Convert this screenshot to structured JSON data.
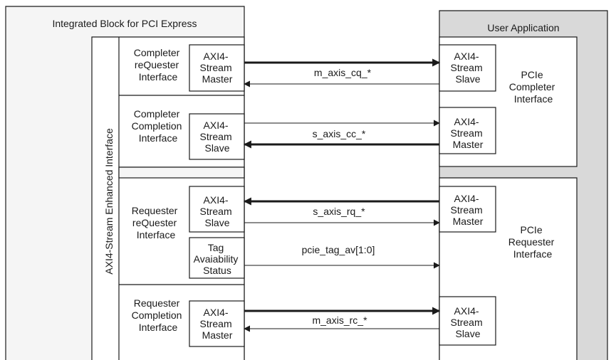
{
  "diagram": {
    "left_title": "Integrated Block for PCI Express",
    "right_title": "User Application",
    "vertical_label": "AXI4-Stream Enhanced Interface",
    "interfaces": {
      "cq": [
        "Completer",
        "reQuester",
        "Interface"
      ],
      "cc": [
        "Completer",
        "Completion",
        "Interface"
      ],
      "rq": [
        "Requester",
        "reQuester",
        "Interface"
      ],
      "rc": [
        "Requester",
        "Completion",
        "Interface"
      ]
    },
    "ports": {
      "cq_left": [
        "AXI4-",
        "Stream",
        "Master"
      ],
      "cc_left": [
        "AXI4-",
        "Stream",
        "Slave"
      ],
      "rq_left": [
        "AXI4-",
        "Stream",
        "Slave"
      ],
      "tag_left": [
        "Tag",
        "Avaiability",
        "Status"
      ],
      "rc_left": [
        "AXI4-",
        "Stream",
        "Master"
      ],
      "cq_right": [
        "AXI4-",
        "Stream",
        "Slave"
      ],
      "cc_right": [
        "AXI4-",
        "Stream",
        "Master"
      ],
      "rq_right": [
        "AXI4-",
        "Stream",
        "Master"
      ],
      "rc_right": [
        "AXI4-",
        "Stream",
        "Slave"
      ]
    },
    "signals": {
      "cq": "m_axis_cq_*",
      "cc": "s_axis_cc_*",
      "rq": "s_axis_rq_*",
      "tag": "pcie_tag_av[1:0]",
      "rc": "m_axis_rc_*"
    },
    "app_blocks": {
      "completer": [
        "PCIe",
        "Completer",
        "Interface"
      ],
      "requester": [
        "PCIe",
        "Requester",
        "Interface"
      ]
    }
  },
  "colors": {
    "outer_bg": "#f5f5f5",
    "app_bg": "#d9d9d9",
    "line": "#1a1a1a"
  }
}
